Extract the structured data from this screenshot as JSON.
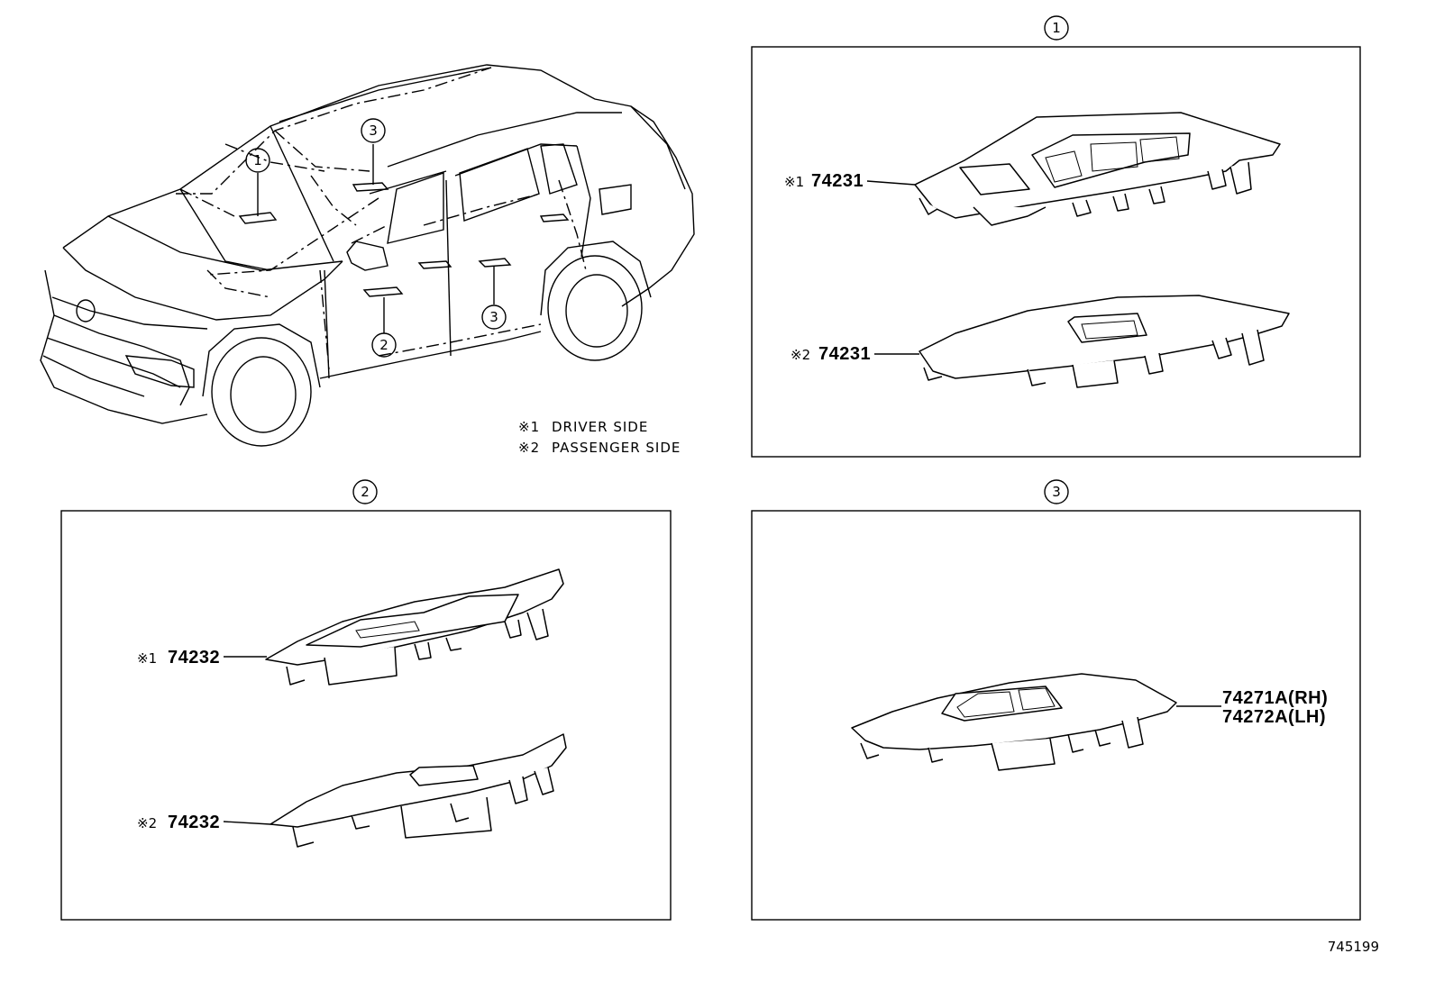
{
  "callouts": {
    "one": "1",
    "two": "2",
    "three": "3"
  },
  "legend": {
    "item1_mark": "※1",
    "item1_text": "DRIVER SIDE",
    "item2_mark": "※2",
    "item2_text": "PASSENGER SIDE"
  },
  "panel1": {
    "title": "1",
    "part_a_mark": "※1",
    "part_a_number": "74231",
    "part_b_mark": "※2",
    "part_b_number": "74231"
  },
  "panel2": {
    "title": "2",
    "part_a_mark": "※1",
    "part_a_number": "74232",
    "part_b_mark": "※2",
    "part_b_number": "74232"
  },
  "panel3": {
    "title": "3",
    "part_rh": "74271A(RH)",
    "part_lh": "74272A(LH)"
  },
  "diagram_number": "745199"
}
